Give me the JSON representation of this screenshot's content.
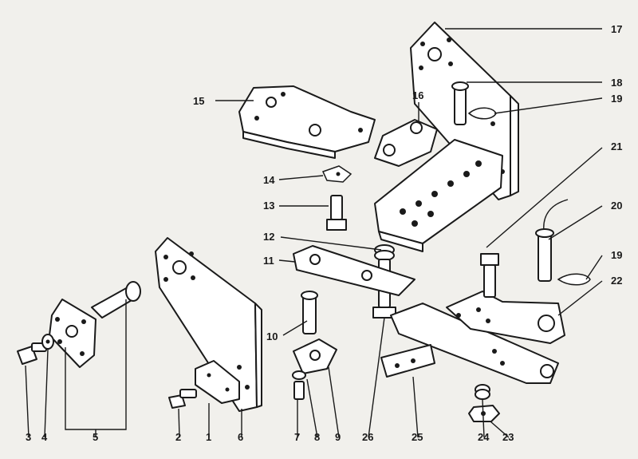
{
  "callouts": {
    "c1": "1",
    "c2": "2",
    "c3": "3",
    "c4": "4",
    "c5": "5",
    "c6": "6",
    "c7": "7",
    "c8": "8",
    "c9": "9",
    "c10": "10",
    "c11": "11",
    "c12": "12",
    "c13": "13",
    "c14": "14",
    "c15": "15",
    "c16": "16",
    "c17": "17",
    "c18": "18",
    "c19a": "19",
    "c19b": "19",
    "c20": "20",
    "c21": "21",
    "c22": "22",
    "c23": "23",
    "c24": "24",
    "c25": "25",
    "c26": "26"
  }
}
